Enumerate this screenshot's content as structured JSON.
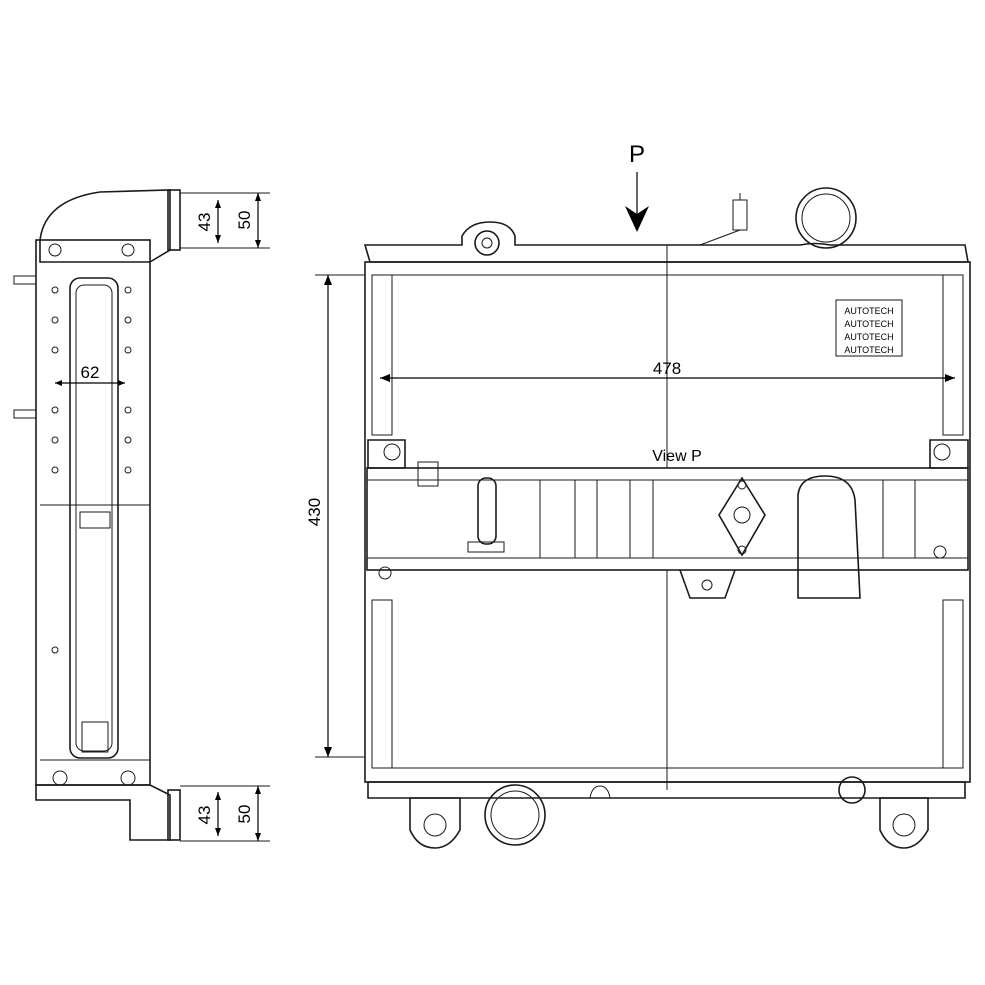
{
  "view_arrow": {
    "label": "P"
  },
  "view_label": "View P",
  "dimensions": {
    "width": "478",
    "height": "430",
    "core_depth": "62",
    "inlet_inner": "43",
    "inlet_outer": "50",
    "outlet_inner": "43",
    "outlet_outer": "50"
  },
  "label_block": {
    "lines": [
      "AUTOTECH",
      "AUTOTECH",
      "AUTOTECH",
      "AUTOTECH"
    ]
  }
}
